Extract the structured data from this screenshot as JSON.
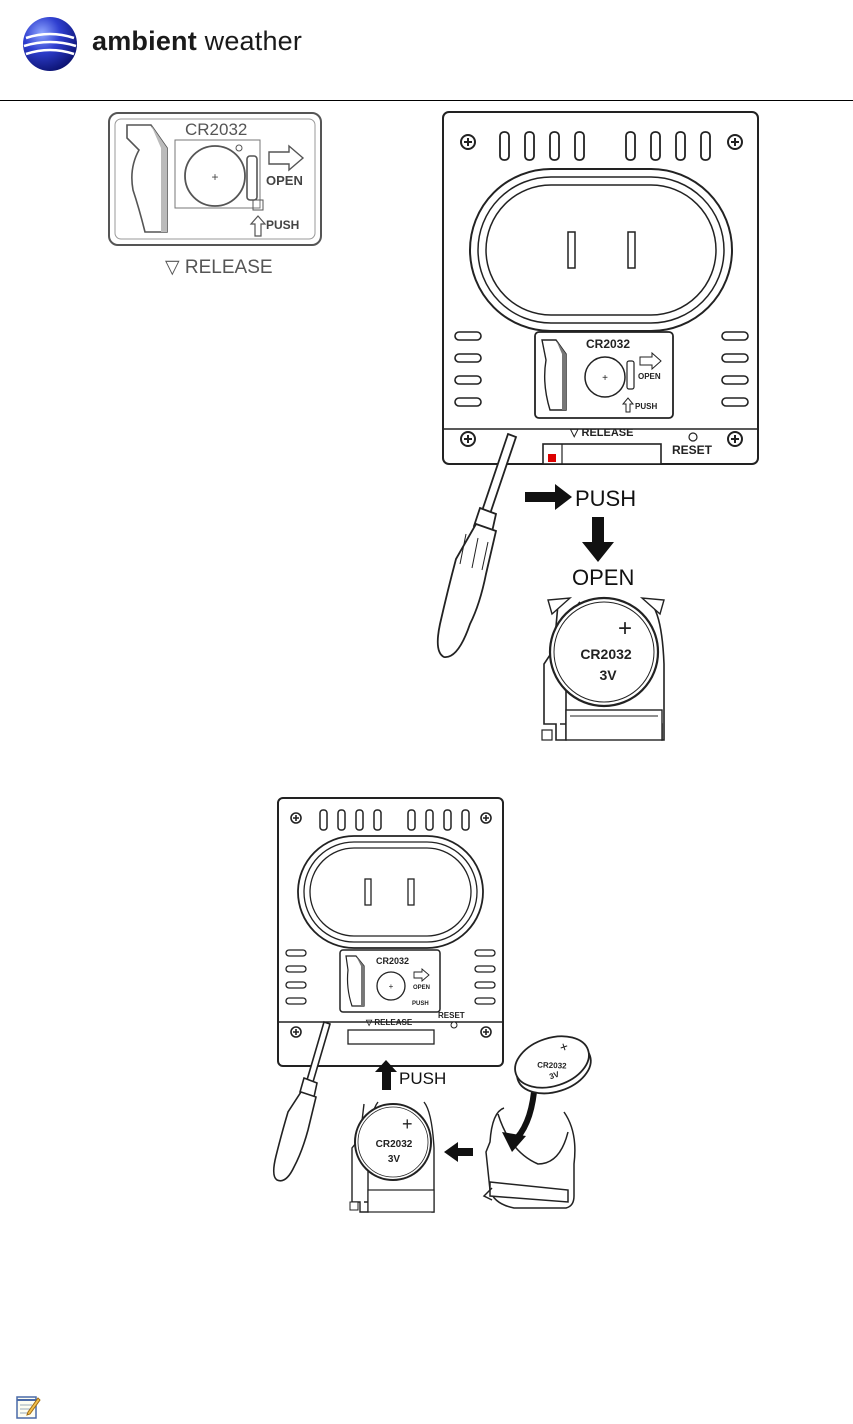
{
  "header": {
    "brand_bold": "ambient",
    "brand_light": "weather",
    "logo_icon": "globe-logo-icon"
  },
  "figure_detail": {
    "battery_label": "CR2032",
    "open_label": "OPEN",
    "push_label": "PUSH",
    "release_label": "▽ RELEASE"
  },
  "figure_open": {
    "battery_label": "CR2032",
    "open_small": "OPEN",
    "push_small": "PUSH",
    "release_label": "▽ RELEASE",
    "reset_label": "RESET",
    "push_big": "PUSH",
    "open_big": "OPEN",
    "cell_plus": "+",
    "cell_label": "CR2032",
    "cell_voltage": "3V"
  },
  "figure_insert": {
    "battery_label": "CR2032",
    "open_small": "OPEN",
    "push_small": "PUSH",
    "release_label": "▽ RELEASE",
    "reset_label": "RESET",
    "push_big": "PUSH",
    "cell_plus": "+",
    "cell_label": "CR2032",
    "cell_voltage": "3V",
    "loose_cell_plus": "+",
    "loose_cell_label": "CR2032",
    "loose_cell_voltage": "3V"
  },
  "footer": {
    "note_icon": "notepad-icon"
  }
}
